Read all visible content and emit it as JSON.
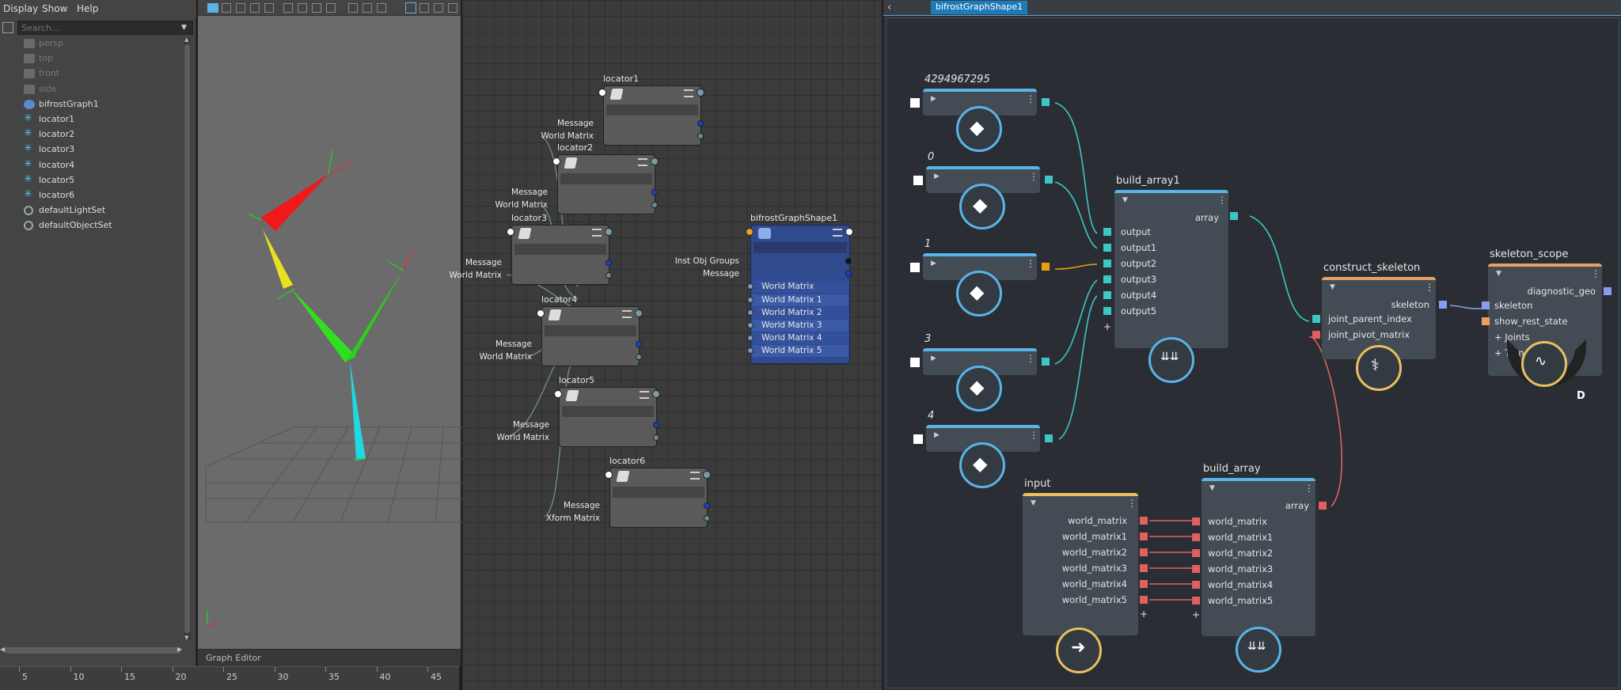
{
  "outliner": {
    "menu": [
      "Display",
      "Show",
      "Help"
    ],
    "search_placeholder": "Search...",
    "items": [
      {
        "label": "persp",
        "dim": true,
        "icon": "camera-icon"
      },
      {
        "label": "top",
        "dim": true,
        "icon": "camera-icon"
      },
      {
        "label": "front",
        "dim": true,
        "icon": "camera-icon"
      },
      {
        "label": "side",
        "dim": true,
        "icon": "camera-icon"
      },
      {
        "label": "bifrostGraph1",
        "dim": false,
        "icon": "bifrost-graph-icon"
      },
      {
        "label": "locator1",
        "dim": false,
        "icon": "locator-icon"
      },
      {
        "label": "locator2",
        "dim": false,
        "icon": "locator-icon"
      },
      {
        "label": "locator3",
        "dim": false,
        "icon": "locator-icon"
      },
      {
        "label": "locator4",
        "dim": false,
        "icon": "locator-icon"
      },
      {
        "label": "locator5",
        "dim": false,
        "icon": "locator-icon"
      },
      {
        "label": "locator6",
        "dim": false,
        "icon": "locator-icon"
      },
      {
        "label": "defaultLightSet",
        "dim": false,
        "icon": "set-icon"
      },
      {
        "label": "defaultObjectSet",
        "dim": false,
        "icon": "set-icon"
      }
    ]
  },
  "viewport": {
    "graph_editor_tab": "Graph Editor"
  },
  "timeline": {
    "ticks": [
      "5",
      "10",
      "15",
      "20",
      "25",
      "30",
      "35",
      "40",
      "45"
    ]
  },
  "node_editor": {
    "locators": [
      {
        "title": "locator1",
        "rows": [
          "Message",
          "World Matrix"
        ]
      },
      {
        "title": "locator2",
        "rows": [
          "Message",
          "World Matrix"
        ]
      },
      {
        "title": "locator3",
        "rows": [
          "Message",
          "World Matrix"
        ]
      },
      {
        "title": "locator4",
        "rows": [
          "Message",
          "World Matrix"
        ]
      },
      {
        "title": "locator5",
        "rows": [
          "Message",
          "World Matrix"
        ]
      },
      {
        "title": "locator6",
        "rows": [
          "Message",
          "Xform Matrix"
        ]
      }
    ],
    "bifrost_shape": {
      "title": "bifrostGraphShape1",
      "rows": [
        "Inst Obj Groups",
        "Message",
        "World Matrix",
        "World Matrix 1",
        "World Matrix 2",
        "World Matrix 3",
        "World Matrix 4",
        "World Matrix 5"
      ]
    }
  },
  "bifrost": {
    "tab": "bifrostGraphShape1",
    "value_nodes": [
      {
        "title": "4294967295",
        "port_color": "#3cc6c6"
      },
      {
        "title": "0",
        "port_color": "#3cc6c6"
      },
      {
        "title": "1",
        "port_color": "#e8a010"
      },
      {
        "title": "3",
        "port_color": "#3cc6c6"
      },
      {
        "title": "4",
        "port_color": "#3cc6c6"
      }
    ],
    "build_array1": {
      "title": "build_array1",
      "out": "array",
      "inputs": [
        "output",
        "output1",
        "output2",
        "output3",
        "output4",
        "output5"
      ]
    },
    "construct_skeleton": {
      "title": "construct_skeleton",
      "out": "skeleton",
      "inputs": [
        "joint_parent_index",
        "joint_pivot_matrix"
      ]
    },
    "skeleton_scope": {
      "title": "skeleton_scope",
      "out": "diagnostic_geo",
      "inputs": [
        "skeleton",
        "show_rest_state",
        "+ Joints",
        "+ Transforms"
      ],
      "badge": "D"
    },
    "input": {
      "title": "input",
      "outputs": [
        "world_matrix",
        "world_matrix1",
        "world_matrix2",
        "world_matrix3",
        "world_matrix4",
        "world_matrix5"
      ]
    },
    "build_array": {
      "title": "build_array",
      "out": "array",
      "inputs": [
        "world_matrix",
        "world_matrix1",
        "world_matrix2",
        "world_matrix3",
        "world_matrix4",
        "world_matrix5"
      ]
    },
    "colors": {
      "cyan": "#3cc6c6",
      "red": "#e06060",
      "periwinkle": "#8a9cf0",
      "orange": "#e8a060",
      "blue_ring": "#5ab4e8",
      "gold_ring": "#e8c060"
    }
  }
}
